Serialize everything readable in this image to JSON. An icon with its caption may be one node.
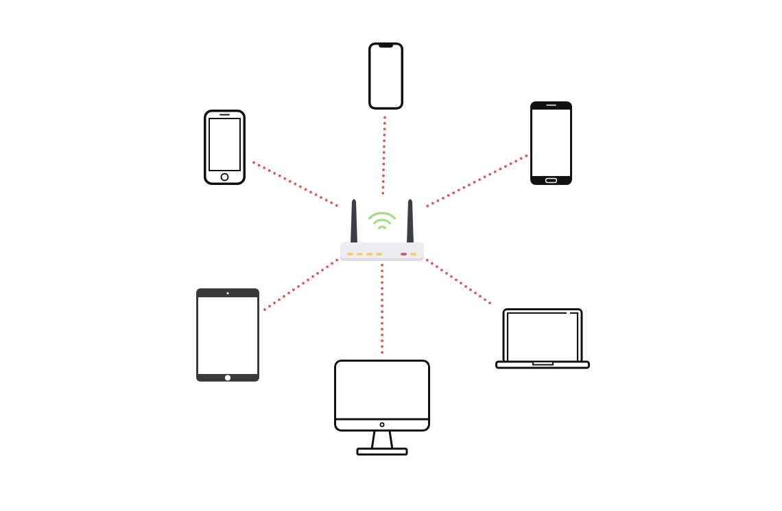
{
  "diagram": {
    "nodes": [
      {
        "text": [],
        "shape": "picture"
      },
      {
        "text": [],
        "shape": "picture"
      },
      {
        "text": [],
        "shape": "picture"
      },
      {
        "text": [],
        "shape": "picture"
      },
      {
        "text": [],
        "shape": "picture"
      },
      {
        "text": [],
        "shape": "picture"
      },
      {
        "text": [],
        "shape": "picture"
      }
    ],
    "edges": [
      {
        "from": 3,
        "to": 0,
        "arrow": "none",
        "style": "dashed"
      },
      {
        "from": 3,
        "to": 1,
        "arrow": "none",
        "style": "dashed"
      },
      {
        "from": 3,
        "to": 2,
        "arrow": "none",
        "style": "dashed"
      },
      {
        "from": 3,
        "to": 4,
        "arrow": "none",
        "style": "dashed"
      },
      {
        "from": 3,
        "to": 6,
        "arrow": "none",
        "style": "dashed"
      },
      {
        "from": 3,
        "to": 5,
        "arrow": "none",
        "style": "dashed"
      }
    ]
  }
}
